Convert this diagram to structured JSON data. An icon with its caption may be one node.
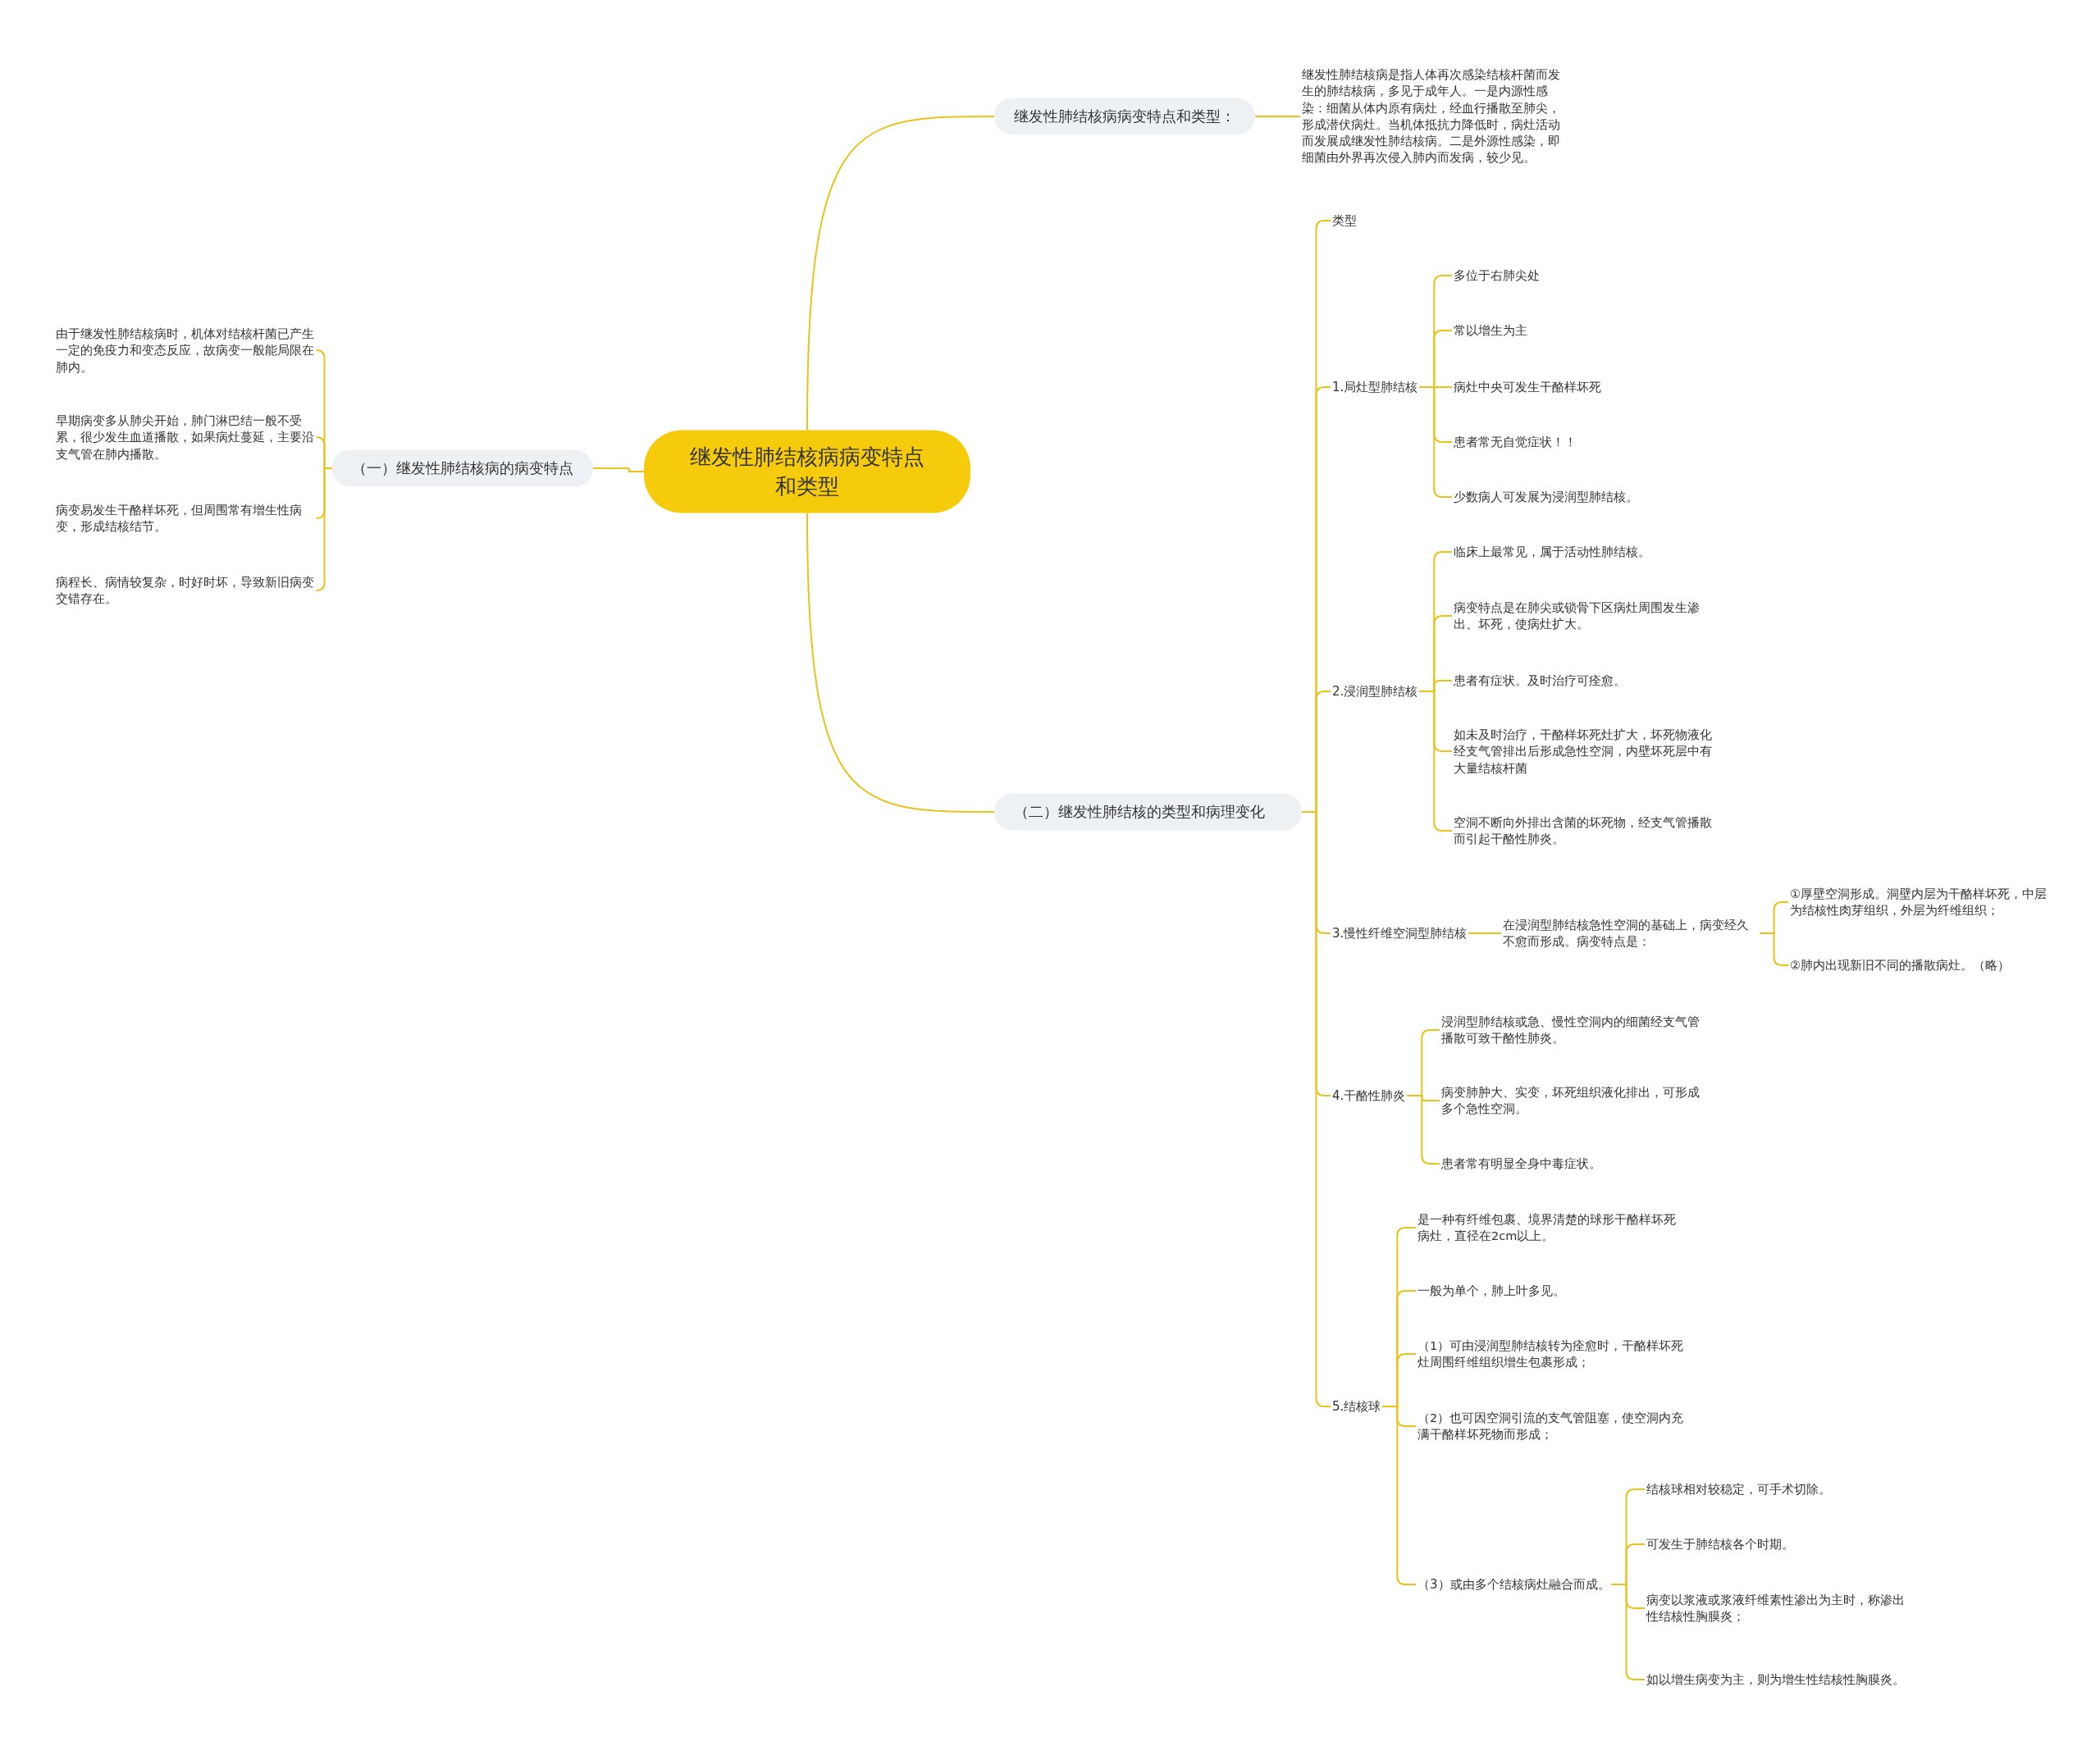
{
  "diagram": {
    "nodes": [
      {
        "text": [
          "继发性肺结核病病变特点和类型"
        ]
      },
      {
        "text": [
          "（一）继发性肺结核病的病变特点"
        ]
      },
      {
        "text": [
          "由于继发性肺结核病时，机体对结核杆菌已产生一定的免疫力和变态反应，故病变一般能局限在肺内。"
        ]
      },
      {
        "text": [
          "早期病变多从肺尖开始，肺门淋巴结一般不受累，很少发生血道播散，如果病灶蔓延，主要沿支气管在肺内播散。"
        ]
      },
      {
        "text": [
          "病变易发生干酪样坏死，但周围常有增生性病变，形成结核结节。"
        ]
      },
      {
        "text": [
          "病程长、病情较复杂，时好时坏，导致新旧病变交错存在。"
        ]
      },
      {
        "text": [
          "继发性肺结核病病变特点和类型："
        ]
      },
      {
        "text": [
          "继发性肺结核病是指人体再次感染结核杆菌而发生的肺结核病，多见于成年人。一是内源性感染：细菌从体内原有病灶，经血行播散至肺尖，形成潜伏病灶。当机体抵抗力降低时，病灶活动而发展成继发性肺结核病。二是外源性感染，即细菌由外界再次侵入肺内而发病，较少见。"
        ]
      },
      {
        "text": [
          "（二）继发性肺结核的类型和病理变化"
        ]
      },
      {
        "text": [
          "类型"
        ]
      },
      {
        "text": [
          "1.局灶型肺结核"
        ]
      },
      {
        "text": [
          "多位于右肺尖处"
        ]
      },
      {
        "text": [
          "常以增生为主"
        ]
      },
      {
        "text": [
          "病灶中央可发生干酪样坏死"
        ]
      },
      {
        "text": [
          "患者常无自觉症状！！"
        ]
      },
      {
        "text": [
          "少数病人可发展为浸润型肺结核。"
        ]
      },
      {
        "text": [
          "2.浸润型肺结核"
        ]
      },
      {
        "text": [
          "临床上最常见，属于活动性肺结核。"
        ]
      },
      {
        "text": [
          "病变特点是在肺尖或锁骨下区病灶周围发生渗出、坏死，使病灶扩大。"
        ]
      },
      {
        "text": [
          "患者有症状。及时治疗可痊愈。"
        ]
      },
      {
        "text": [
          "如未及时治疗，干酪样坏死灶扩大，坏死物液化经支气管排出后形成急性空洞，内壁坏死层中有大量结核杆菌"
        ]
      },
      {
        "text": [
          "空洞不断向外排出含菌的坏死物，经支气管播散而引起干酪性肺炎。"
        ]
      },
      {
        "text": [
          "3.慢性纤维空洞型肺结核"
        ]
      },
      {
        "text": [
          "在浸润型肺结核急性空洞的基础上，病变经久不愈而形成。病变特点是："
        ]
      },
      {
        "text": [
          "①厚壁空洞形成。洞壁内层为干酪样坏死，中层为结核性肉芽组织，外层为纤维组织；"
        ]
      },
      {
        "text": [
          "②肺内出现新旧不同的播散病灶。（略）"
        ]
      },
      {
        "text": [
          "4.干酪性肺炎"
        ]
      },
      {
        "text": [
          "浸润型肺结核或急、慢性空洞内的细菌经支气管播散可致干酪性肺炎。"
        ]
      },
      {
        "text": [
          "病变肺肿大、实变，坏死组织液化排出，可形成多个急性空洞。"
        ]
      },
      {
        "text": [
          "患者常有明显全身中毒症状。"
        ]
      },
      {
        "text": [
          "5.结核球"
        ]
      },
      {
        "text": [
          "是一种有纤维包裹、境界清楚的球形干酪样坏死病灶，直径在2cm以上。"
        ]
      },
      {
        "text": [
          "一般为单个，肺上叶多见。"
        ]
      },
      {
        "text": [
          "（1）可由浸润型肺结核转为痊愈时，干酪样坏死灶周围纤维组织增生包裹形成；"
        ]
      },
      {
        "text": [
          "（2）也可因空洞引流的支气管阻塞，使空洞内充满干酪样坏死物而形成；"
        ]
      },
      {
        "text": [
          "（3）或由多个结核病灶融合而成。"
        ]
      },
      {
        "text": [
          "结核球相对较稳定，可手术切除。"
        ]
      },
      {
        "text": [
          "可发生于肺结核各个时期。"
        ]
      },
      {
        "text": [
          "病变以浆液或浆液纤维素性渗出为主时，称渗出性结核性胸膜炎；"
        ]
      },
      {
        "text": [
          "如以增生病变为主，则为增生性结核性胸膜炎。"
        ]
      }
    ],
    "edges": [
      {
        "from": 0,
        "to": 1,
        "arrow": "none"
      },
      {
        "from": 1,
        "to": 2,
        "arrow": "none"
      },
      {
        "from": 1,
        "to": 3,
        "arrow": "none"
      },
      {
        "from": 1,
        "to": 4,
        "arrow": "none"
      },
      {
        "from": 1,
        "to": 5,
        "arrow": "none"
      },
      {
        "from": 0,
        "to": 6,
        "arrow": "none"
      },
      {
        "from": 6,
        "to": 7,
        "arrow": "none"
      },
      {
        "from": 0,
        "to": 8,
        "arrow": "none"
      },
      {
        "from": 8,
        "to": 9,
        "arrow": "none"
      },
      {
        "from": 8,
        "to": 10,
        "arrow": "none"
      },
      {
        "from": 10,
        "to": 11,
        "arrow": "none"
      },
      {
        "from": 10,
        "to": 12,
        "arrow": "none"
      },
      {
        "from": 10,
        "to": 13,
        "arrow": "none"
      },
      {
        "from": 10,
        "to": 14,
        "arrow": "none"
      },
      {
        "from": 10,
        "to": 15,
        "arrow": "none"
      },
      {
        "from": 8,
        "to": 16,
        "arrow": "none"
      },
      {
        "from": 16,
        "to": 17,
        "arrow": "none"
      },
      {
        "from": 16,
        "to": 18,
        "arrow": "none"
      },
      {
        "from": 16,
        "to": 19,
        "arrow": "none"
      },
      {
        "from": 16,
        "to": 20,
        "arrow": "none"
      },
      {
        "from": 16,
        "to": 21,
        "arrow": "none"
      },
      {
        "from": 8,
        "to": 22,
        "arrow": "none"
      },
      {
        "from": 22,
        "to": 23,
        "arrow": "none"
      },
      {
        "from": 23,
        "to": 24,
        "arrow": "none"
      },
      {
        "from": 23,
        "to": 25,
        "arrow": "none"
      },
      {
        "from": 8,
        "to": 26,
        "arrow": "none"
      },
      {
        "from": 26,
        "to": 27,
        "arrow": "none"
      },
      {
        "from": 26,
        "to": 28,
        "arrow": "none"
      },
      {
        "from": 26,
        "to": 29,
        "arrow": "none"
      },
      {
        "from": 8,
        "to": 30,
        "arrow": "none"
      },
      {
        "from": 30,
        "to": 31,
        "arrow": "none"
      },
      {
        "from": 30,
        "to": 32,
        "arrow": "none"
      },
      {
        "from": 30,
        "to": 33,
        "arrow": "none"
      },
      {
        "from": 30,
        "to": 34,
        "arrow": "none"
      },
      {
        "from": 30,
        "to": 35,
        "arrow": "none"
      },
      {
        "from": 35,
        "to": 36,
        "arrow": "none"
      },
      {
        "from": 35,
        "to": 37,
        "arrow": "none"
      },
      {
        "from": 35,
        "to": 38,
        "arrow": "none"
      },
      {
        "from": 35,
        "to": 39,
        "arrow": "none"
      }
    ]
  }
}
